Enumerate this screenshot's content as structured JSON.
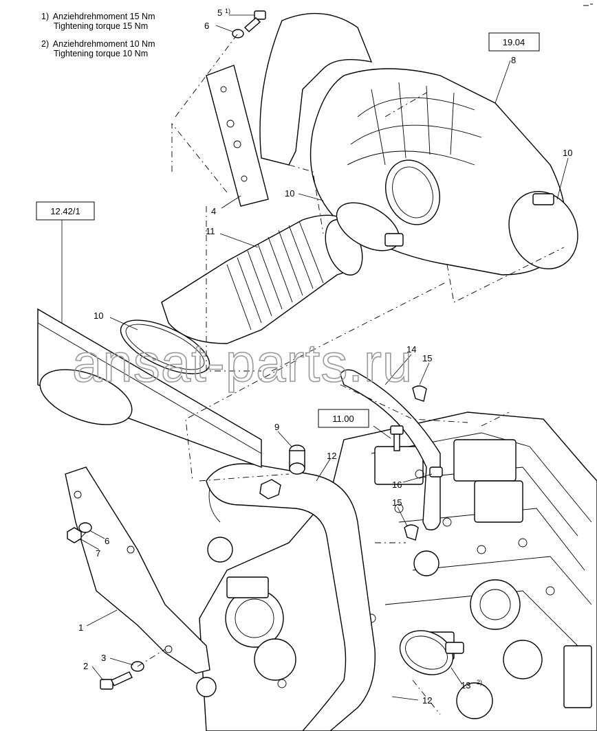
{
  "notes": [
    {
      "num": "1)",
      "de": "Anziehdrehmoment 15 Nm",
      "en": "Tightening torque 15 Nm"
    },
    {
      "num": "2)",
      "de": "Anziehdrehmoment 10 Nm",
      "en": "Tightening torque 10 Nm"
    }
  ],
  "references": [
    "19.04",
    "12.42/1",
    "11.00"
  ],
  "callouts": [
    "5",
    "1)",
    "6",
    "8",
    "10",
    "4",
    "10",
    "11",
    "10",
    "14",
    "15",
    "9",
    "12",
    "16",
    "15",
    "6",
    "7",
    "1",
    "3",
    "2",
    "13",
    "2)",
    "12"
  ],
  "watermark": "ansat-parts.ru"
}
